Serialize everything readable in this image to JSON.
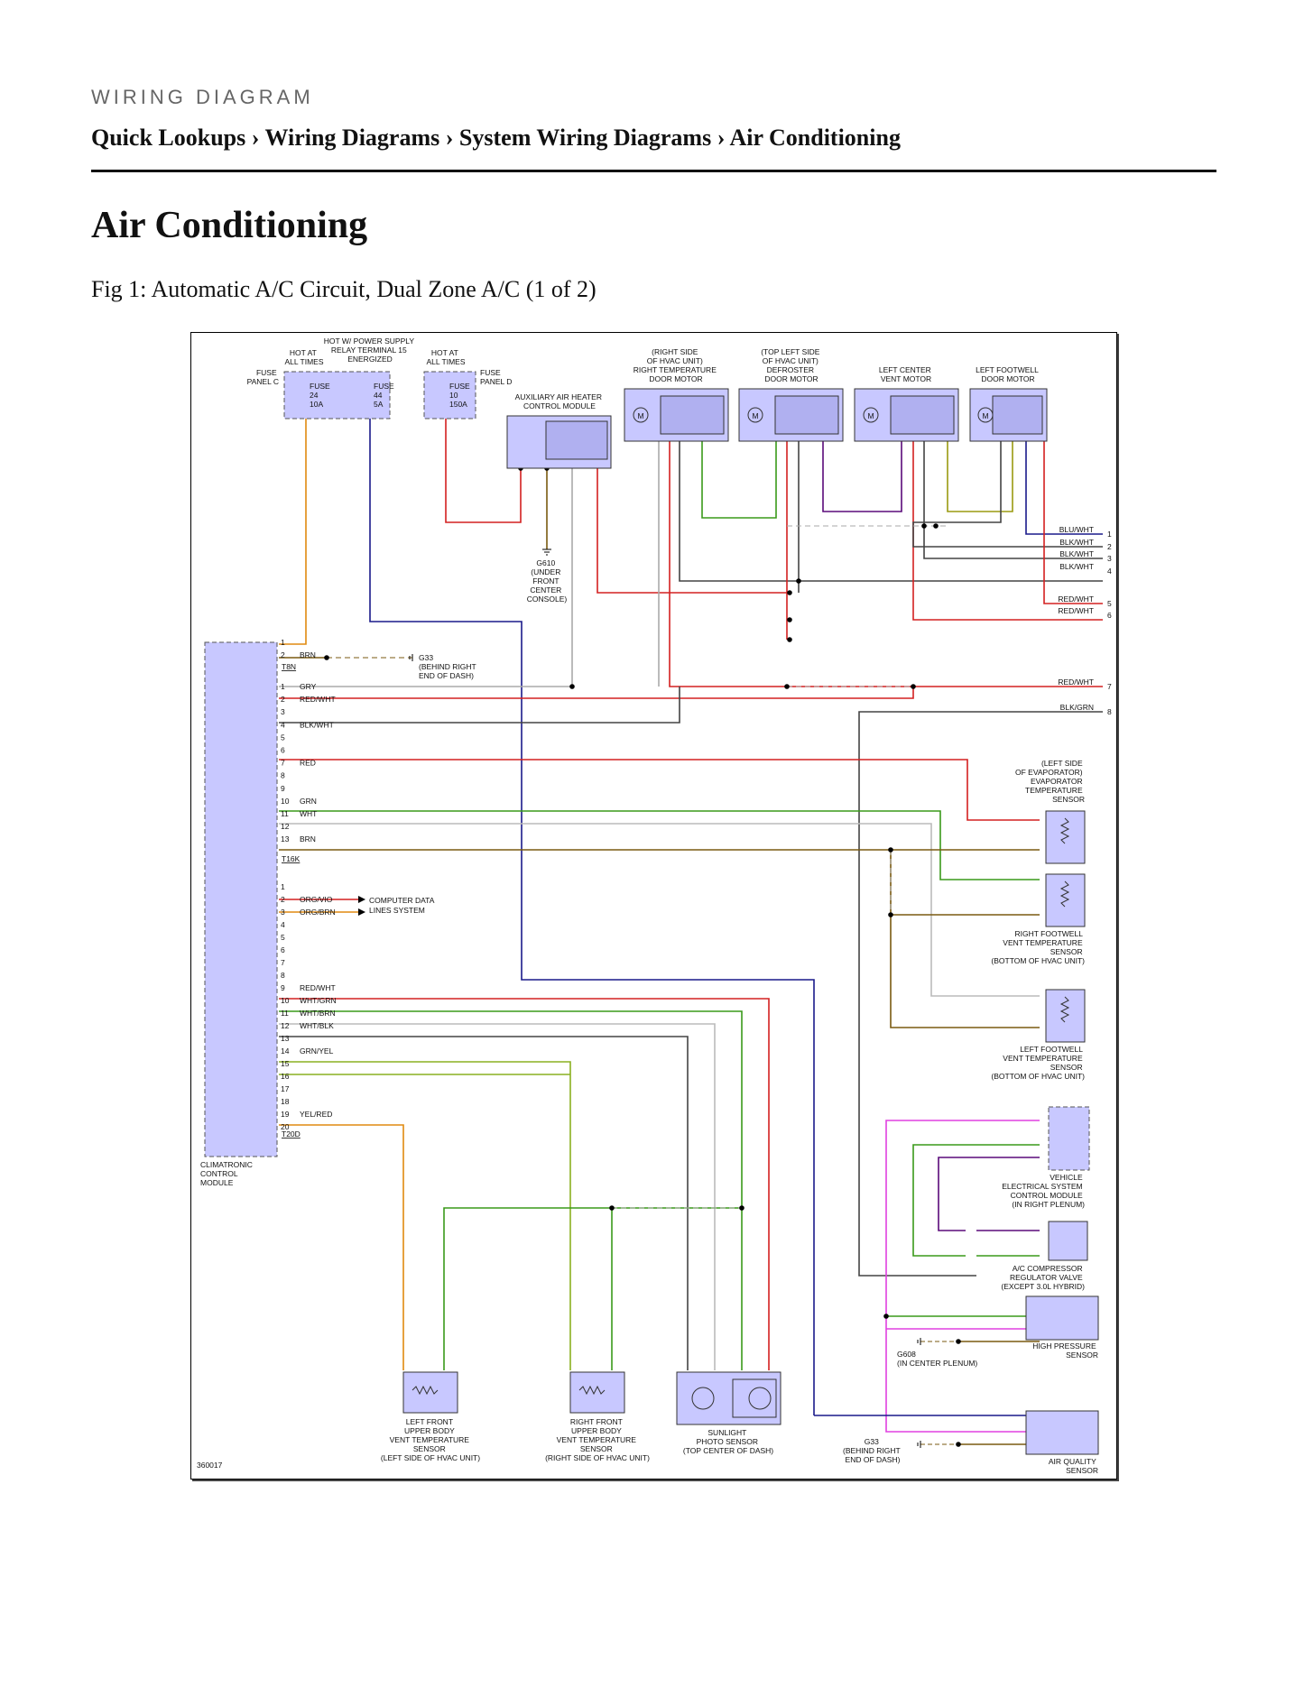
{
  "header": {
    "kicker": "WIRING DIAGRAM",
    "breadcrumb": [
      "Quick Lookups",
      "Wiring Diagrams",
      "System Wiring Diagrams",
      "Air Conditioning"
    ],
    "separator": "›"
  },
  "page_title": "Air Conditioning",
  "figure_caption": "Fig 1: Automatic A/C Circuit, Dual Zone A/C (1 of 2)",
  "diagram": {
    "figure_id": "360017",
    "top_labels": {
      "hot_at_all_times_1": [
        "HOT AT",
        "ALL TIMES"
      ],
      "hot_power_supply": [
        "HOT W/ POWER SUPPLY",
        "RELAY TERMINAL 15",
        "ENERGIZED"
      ],
      "hot_at_all_times_2": [
        "HOT AT",
        "ALL TIMES"
      ],
      "fuse_panel_c": [
        "FUSE",
        "PANEL C"
      ],
      "fuse_panel_d": [
        "FUSE",
        "PANEL D"
      ],
      "aux_heater": [
        "AUXILIARY AIR HEATER",
        "CONTROL MODULE"
      ],
      "right_temp_motor": [
        "(RIGHT SIDE",
        "OF HVAC UNIT)",
        "RIGHT TEMPERATURE",
        "DOOR MOTOR"
      ],
      "defroster_motor": [
        "(TOP LEFT SIDE",
        "OF HVAC UNIT)",
        "DEFROSTER",
        "DOOR MOTOR"
      ],
      "left_center_vent": [
        "LEFT CENTER",
        "VENT MOTOR"
      ],
      "left_footwell_motor": [
        "LEFT FOOTWELL",
        "DOOR MOTOR"
      ]
    },
    "fuses": [
      {
        "label": "FUSE",
        "num": "24",
        "amp": "10A"
      },
      {
        "label": "FUSE",
        "num": "44",
        "amp": "5A"
      },
      {
        "label": "FUSE",
        "num": "10",
        "amp": "150A"
      }
    ],
    "ground_labels": {
      "g610": [
        "G610",
        "(UNDER",
        "FRONT",
        "CENTER",
        "CONSOLE)"
      ],
      "g33_top": [
        "G33",
        "(BEHIND RIGHT",
        "END OF DASH)"
      ],
      "g608": [
        "G608",
        "(IN CENTER PLENUM)"
      ],
      "g33_bottom": [
        "G33",
        "(BEHIND RIGHT",
        "END OF DASH)"
      ]
    },
    "module": {
      "name": [
        "CLIMATRONIC",
        "CONTROL",
        "MODULE"
      ],
      "connectors": [
        "T8N",
        "T16K",
        "T20D"
      ]
    },
    "t8n_pins": [
      {
        "pin": "1",
        "color": ""
      },
      {
        "pin": "2",
        "color": "BRN"
      }
    ],
    "t16k_pins": [
      {
        "pin": "1",
        "color": "GRY"
      },
      {
        "pin": "2",
        "color": "RED/WHT"
      },
      {
        "pin": "3",
        "color": ""
      },
      {
        "pin": "4",
        "color": "BLK/WHT"
      },
      {
        "pin": "5",
        "color": ""
      },
      {
        "pin": "6",
        "color": ""
      },
      {
        "pin": "7",
        "color": "RED"
      },
      {
        "pin": "8",
        "color": ""
      },
      {
        "pin": "9",
        "color": ""
      },
      {
        "pin": "10",
        "color": "GRN"
      },
      {
        "pin": "11",
        "color": "WHT"
      },
      {
        "pin": "12",
        "color": ""
      },
      {
        "pin": "13",
        "color": "BRN"
      }
    ],
    "t20d_pins": [
      {
        "pin": "1",
        "color": ""
      },
      {
        "pin": "2",
        "color": "ORG/VIO"
      },
      {
        "pin": "3",
        "color": "ORG/BRN"
      },
      {
        "pin": "4",
        "color": ""
      },
      {
        "pin": "5",
        "color": ""
      },
      {
        "pin": "6",
        "color": ""
      },
      {
        "pin": "7",
        "color": ""
      },
      {
        "pin": "8",
        "color": ""
      },
      {
        "pin": "9",
        "color": "RED/WHT"
      },
      {
        "pin": "10",
        "color": "WHT/GRN"
      },
      {
        "pin": "11",
        "color": "WHT/BRN"
      },
      {
        "pin": "12",
        "color": "WHT/BLK"
      },
      {
        "pin": "13",
        "color": ""
      },
      {
        "pin": "14",
        "color": "GRN/YEL"
      },
      {
        "pin": "15",
        "color": ""
      },
      {
        "pin": "16",
        "color": ""
      },
      {
        "pin": "17",
        "color": ""
      },
      {
        "pin": "18",
        "color": ""
      },
      {
        "pin": "19",
        "color": "YEL/RED"
      },
      {
        "pin": "20",
        "color": ""
      }
    ],
    "data_lines": [
      "COMPUTER DATA",
      "LINES SYSTEM"
    ],
    "continuation_right": [
      {
        "color": "BLU/WHT",
        "num": "1"
      },
      {
        "color": "BLK/WHT",
        "num": "2"
      },
      {
        "color": "BLK/WHT",
        "num": "3"
      },
      {
        "color": "BLK/WHT",
        "num": "4"
      },
      {
        "color": "RED/WHT",
        "num": "5"
      },
      {
        "color": "RED/WHT",
        "num": "6"
      },
      {
        "color": "RED/WHT",
        "num": "7"
      },
      {
        "color": "BLK/GRN",
        "num": "8"
      }
    ],
    "right_components": {
      "evap_sensor": [
        "(LEFT SIDE",
        "OF EVAPORATOR)",
        "EVAPORATOR",
        "TEMPERATURE",
        "SENSOR"
      ],
      "right_footwell_sensor": [
        "RIGHT FOOTWELL",
        "VENT TEMPERATURE",
        "SENSOR",
        "(BOTTOM OF HVAC UNIT)"
      ],
      "left_footwell_sensor": [
        "LEFT FOOTWELL",
        "VENT TEMPERATURE",
        "SENSOR",
        "(BOTTOM OF HVAC UNIT)"
      ],
      "vehicle_electrical": [
        "VEHICLE",
        "ELECTRICAL SYSTEM",
        "CONTROL MODULE",
        "(IN RIGHT PLENUM)"
      ],
      "compressor_valve": [
        "A/C COMPRESSOR",
        "REGULATOR VALVE",
        "(EXCEPT 3.0L HYBRID)"
      ],
      "high_pressure": [
        "HIGH PRESSURE",
        "SENSOR"
      ],
      "air_quality": [
        "AIR QUALITY",
        "SENSOR"
      ]
    },
    "bottom_components": {
      "left_front_sensor": [
        "LEFT FRONT",
        "UPPER BODY",
        "VENT TEMPERATURE",
        "SENSOR",
        "(LEFT SIDE OF HVAC UNIT)"
      ],
      "right_front_sensor": [
        "RIGHT FRONT",
        "UPPER BODY",
        "VENT TEMPERATURE",
        "SENSOR",
        "(RIGHT SIDE OF HVAC UNIT)"
      ],
      "sunlight_sensor": [
        "SUNLIGHT",
        "PHOTO SENSOR",
        "(TOP CENTER OF DASH)"
      ]
    },
    "wire_colors": {
      "red": "#d42020",
      "brn": "#7a5a10",
      "grn": "#3a9a1a",
      "blue": "#1a1a8a",
      "gry": "#aaaaaa",
      "blk": "#444444",
      "org": "#e08a10",
      "vio": "#e040e0",
      "purple": "#5a0a7a",
      "olive": "#9a9a10",
      "yelgrn": "#8ab020",
      "box_fill": "#c8c8ff"
    }
  }
}
